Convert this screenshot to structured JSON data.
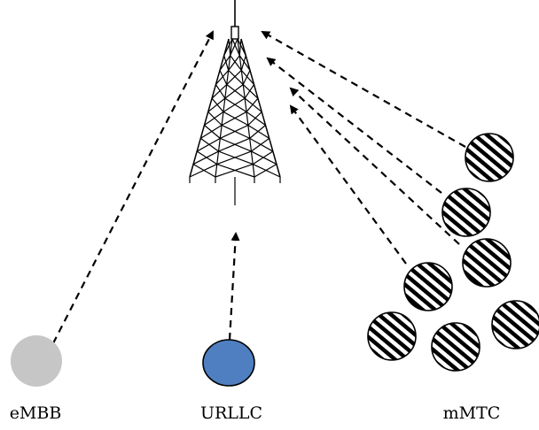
{
  "labels": {
    "embb": "eMBB",
    "urllc": "URLLC",
    "mmtc": "mMTC"
  },
  "colors": {
    "embb_fill": "#c6c6c6",
    "urllc_fill": "#4f7fc0",
    "urllc_stroke": "#000000",
    "mmtc_stripe": "#000000",
    "tower": "#000000",
    "arrow": "#000000"
  },
  "nodes": {
    "embb_count": 1,
    "urllc_count": 1,
    "mmtc_count": 7
  }
}
